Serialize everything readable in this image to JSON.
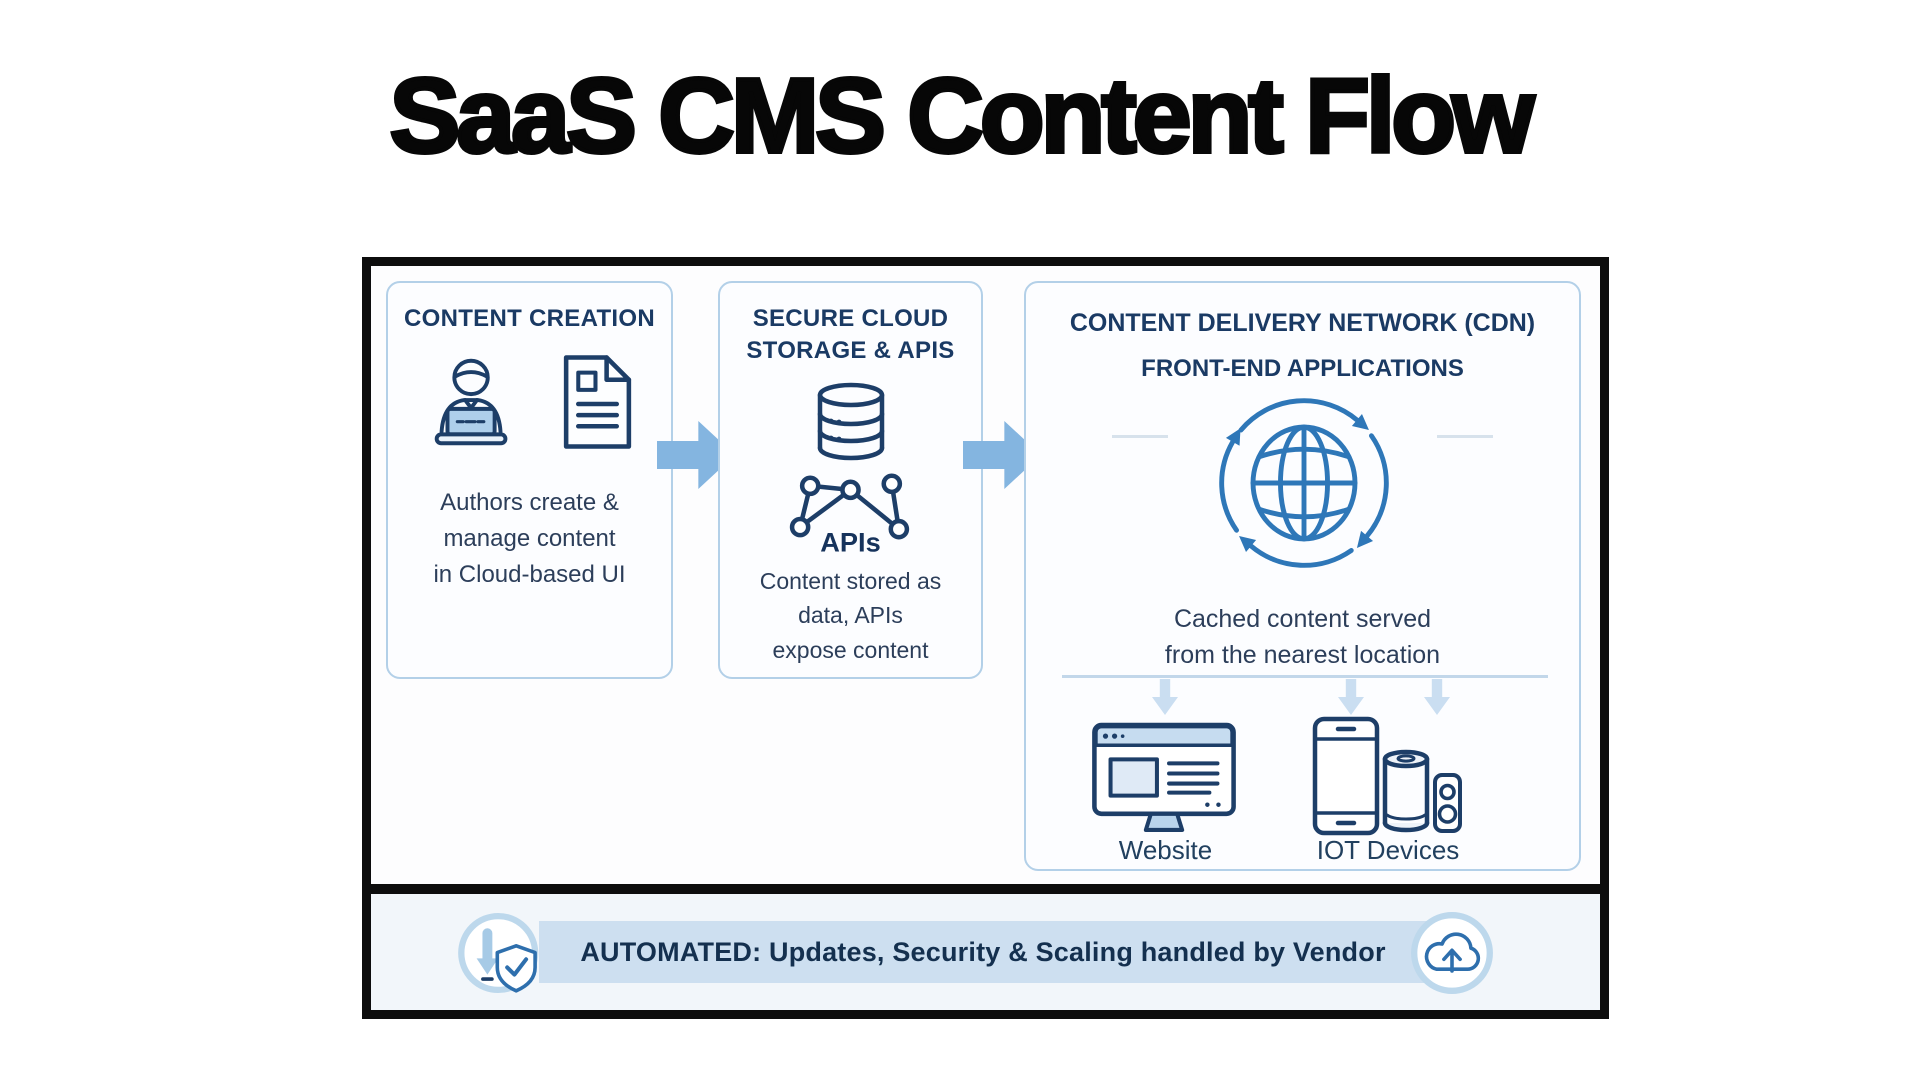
{
  "title": "SaaS CMS Content Flow",
  "boxes": {
    "creation": {
      "heading": "CONTENT CREATION",
      "body": "Authors create &\nmanage content\nin Cloud-based UI"
    },
    "storage": {
      "heading": "SECURE CLOUD\nSTORAGE & APIS",
      "api_label": "APIs",
      "body": "Content stored as\ndata, APIs\nexpose content"
    },
    "cdn": {
      "heading_line1": "CONTENT DELIVERY NETWORK (CDN)",
      "heading_line2": "FRONT-END APPLICATIONS",
      "body": "Cached content served\nfrom the nearest location",
      "website_label": "Website",
      "iot_label": "IOT Devices"
    }
  },
  "footer": {
    "banner": "AUTOMATED: Updates, Security & Scaling handled by Vendor"
  },
  "icons": [
    "author-laptop-icon",
    "document-icon",
    "database-icon",
    "api-network-icon",
    "globe-sync-icon",
    "monitor-website-icon",
    "smartphone-icon",
    "smart-speaker-icon",
    "speaker-icon",
    "flow-arrow-icon",
    "down-arrow-icon",
    "shield-check-badge-icon",
    "cloud-upload-badge-icon"
  ],
  "colors": {
    "frame_black": "#0d0d0d",
    "box_border": "#b3d0e8",
    "heading_text": "#1a3a64",
    "body_text": "#2c3e5a",
    "flow_arrow_blue": "#84b5e0",
    "globe_blue": "#2e77b8",
    "icon_outline": "#1d3e68",
    "mini_arrow_blue": "#cadef1",
    "footer_band": "#cddff0",
    "footer_bg": "#f2f6fa",
    "badge_ring": "#bdd8ec",
    "badge_icon_blue": "#2e6fad",
    "badge_arrow_blue": "#a6cae6"
  }
}
